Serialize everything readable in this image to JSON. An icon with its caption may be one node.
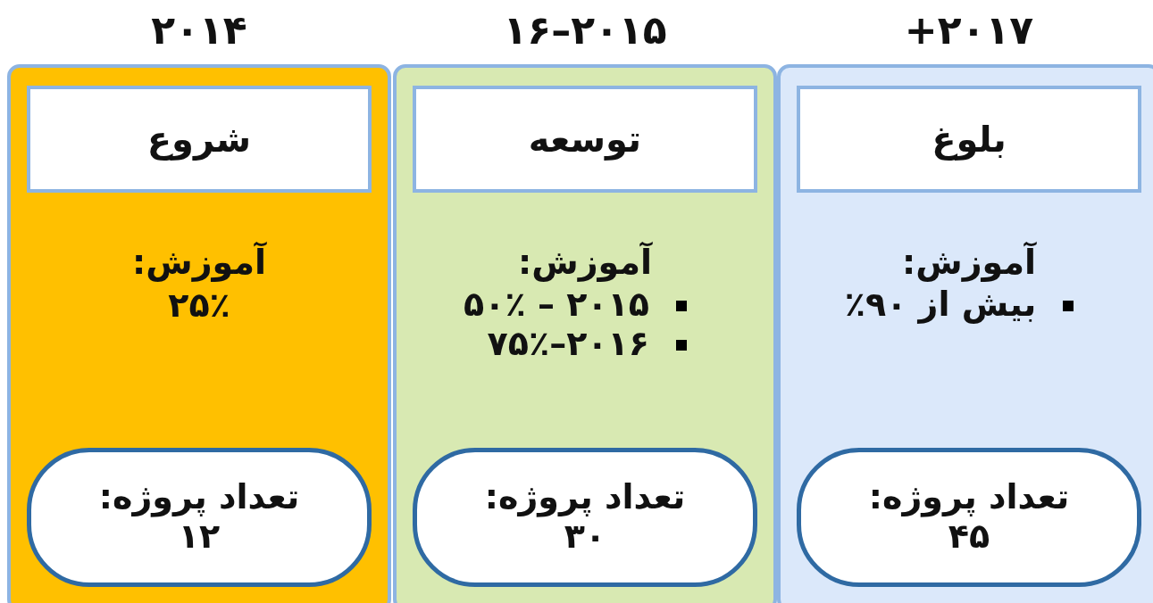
{
  "diagram": {
    "nodes": [
      {
        "text": [
          "۲۰۱۴",
          "آموزش:",
          "۲۵٪"
        ]
      },
      {
        "text": [
          "شروع"
        ],
        "in": 0
      },
      {
        "text": [
          "تعداد پروژه:",
          "۱۲"
        ],
        "in": 0
      },
      {
        "text": [
          "۲۰۱۵–۱۶",
          "آموزش:",
          "۲۰۱۵ – ۵۰٪",
          "۲۰۱۶–۷۵٪"
        ]
      },
      {
        "text": [
          "توسعه"
        ],
        "in": 3
      },
      {
        "text": [
          "تعداد پروژه:",
          "۳۰"
        ],
        "in": 3
      },
      {
        "text": [
          "۲۰۱۷+",
          "آموزش:",
          "بیش از ۹۰٪"
        ]
      },
      {
        "text": [
          "بلوغ"
        ],
        "in": 6
      },
      {
        "text": [
          "تعداد پروژه:",
          "۴۵"
        ],
        "in": 6
      }
    ]
  }
}
